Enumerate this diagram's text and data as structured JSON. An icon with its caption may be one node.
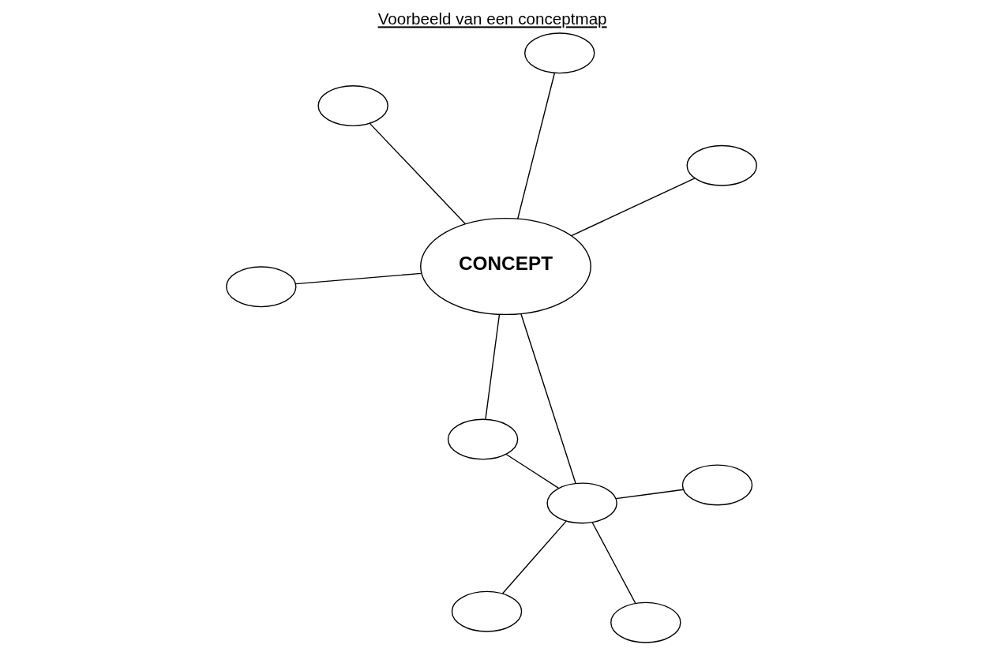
{
  "diagram": {
    "title": "Voorbeeld van een conceptmap",
    "nodes": [
      {
        "text": [
          "CONCEPT"
        ]
      },
      {
        "text": [],
        "shape": "ellipse"
      },
      {
        "text": [],
        "shape": "ellipse"
      },
      {
        "text": [],
        "shape": "ellipse"
      },
      {
        "text": [],
        "shape": "ellipse"
      },
      {
        "text": [],
        "shape": "ellipse"
      },
      {
        "text": [],
        "shape": "ellipse"
      },
      {
        "text": [],
        "shape": "ellipse"
      },
      {
        "text": [],
        "shape": "ellipse"
      },
      {
        "text": [],
        "shape": "ellipse"
      }
    ],
    "edges": [
      {
        "from": 0,
        "to": 1,
        "arrow": "none"
      },
      {
        "from": 0,
        "to": 2,
        "arrow": "none"
      },
      {
        "from": 0,
        "to": 3,
        "arrow": "none"
      },
      {
        "from": 0,
        "to": 4,
        "arrow": "none"
      },
      {
        "from": 0,
        "to": 5,
        "arrow": "none"
      },
      {
        "from": 0,
        "to": 8,
        "arrow": "none"
      },
      {
        "from": 2,
        "to": 5,
        "arrow": "none"
      },
      {
        "from": 5,
        "to": 6,
        "arrow": "none"
      },
      {
        "from": 5,
        "to": 7,
        "arrow": "none"
      },
      {
        "from": 5,
        "to": 9,
        "arrow": "none"
      }
    ]
  }
}
